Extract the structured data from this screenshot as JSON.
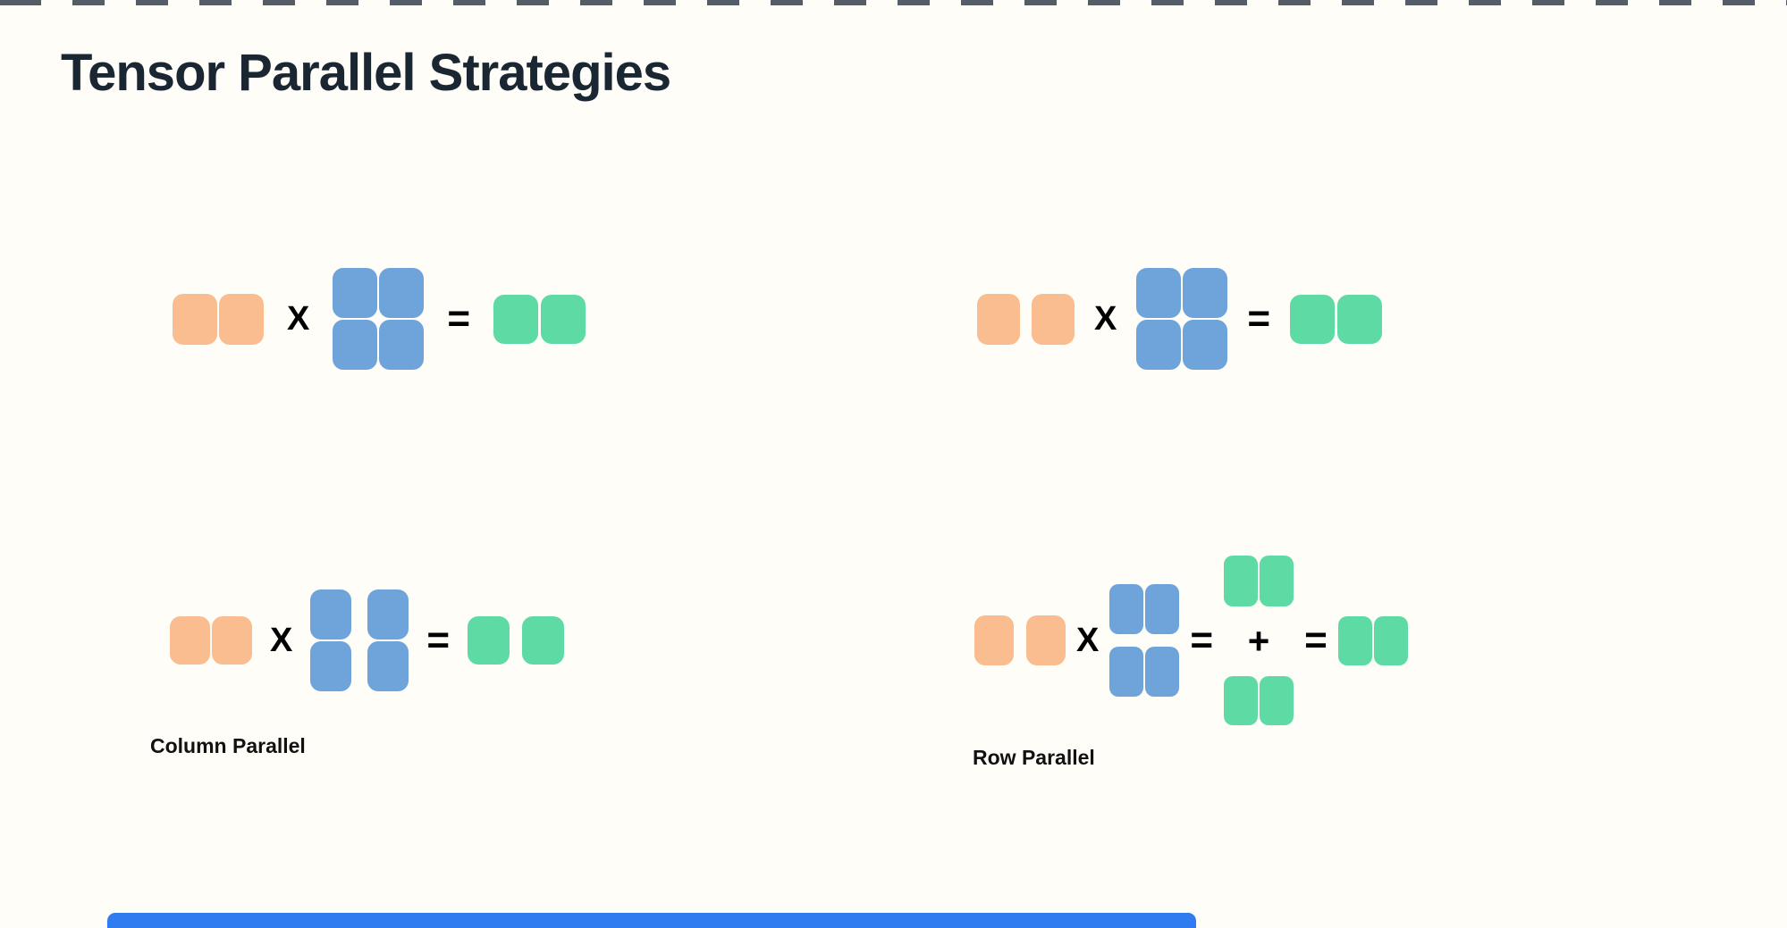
{
  "page": {
    "title": "Tensor Parallel Strategies"
  },
  "colors": {
    "background": "#FFFDF8",
    "title_color": "#1B2633",
    "input_orange": "#F9BD8F",
    "weight_blue": "#6FA4DA",
    "output_green": "#5EDAA5",
    "bottom_bar_blue": "#2E7CF0",
    "top_dash": "#37424E",
    "label_color": "#111111"
  },
  "operators": {
    "multiply": "X",
    "equals": "=",
    "plus": "+"
  },
  "diagrams": {
    "top_left": {
      "input": "1x2 orange row, blocks joined",
      "weights": "2x2 blue matrix, unsplit",
      "output": "1x2 green row, blocks joined"
    },
    "top_right": {
      "input": "1x2 orange row, blocks separated",
      "weights": "2x2 blue matrix, unsplit",
      "output": "1x2 green row, blocks joined"
    },
    "column_parallel": {
      "label": "Column Parallel",
      "input": "1x2 orange row, blocks joined",
      "weights": "2x2 blue matrix, split into two column shards",
      "output": "1x2 green row, blocks separated"
    },
    "row_parallel": {
      "label": "Row Parallel",
      "input": "1x2 orange row, blocks separated",
      "weights": "2x2 blue matrix, split into two row shards",
      "partials": "two 1x2 green rows summed with plus sign",
      "output": "1x2 green row, blocks joined"
    }
  }
}
